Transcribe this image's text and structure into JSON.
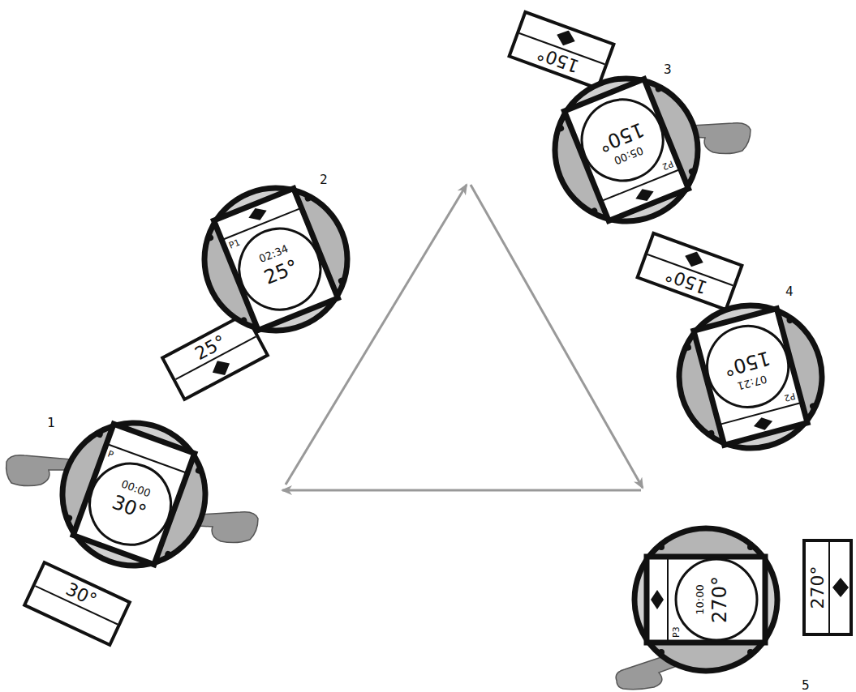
{
  "diagram": {
    "nodes": [
      {
        "text": [
          "30°"
        ]
      },
      {
        "text": [
          "P",
          "00:00",
          "30°"
        ]
      },
      {
        "text": [
          "25°"
        ]
      },
      {
        "text": [
          "P1",
          "02:34",
          "25°"
        ]
      },
      {
        "text": [
          "150°"
        ]
      },
      {
        "text": [
          "P2",
          "05:00",
          "150°"
        ]
      },
      {
        "text": [
          "150°"
        ]
      },
      {
        "text": [
          "P2",
          "07:21",
          "150°"
        ]
      },
      {
        "text": [
          "P3",
          "10:00",
          "270°"
        ]
      },
      {
        "text": [
          "270°"
        ]
      }
    ],
    "labels": [
      "1",
      "2",
      "3",
      "4",
      "5"
    ]
  }
}
